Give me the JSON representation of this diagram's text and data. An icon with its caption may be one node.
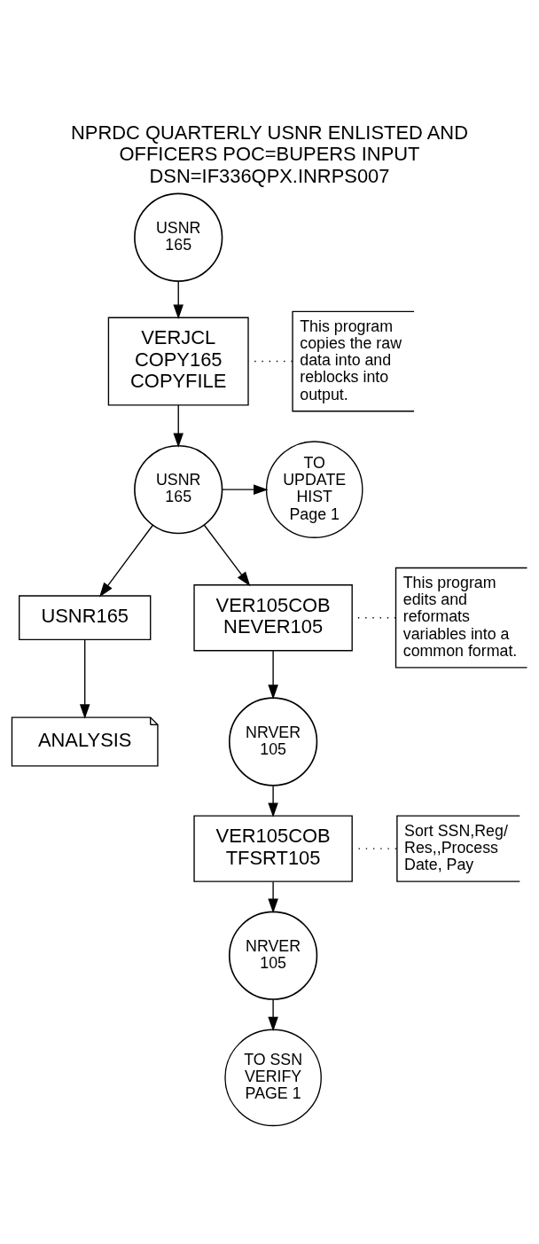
{
  "diagram": {
    "title": "NPRDC QUARTERLY USNR ENLISTED AND OFFICERS POC=BUPERS INPUT DSN=IF336QPX.INRPS007",
    "nodes": [
      {
        "text": [
          "USNR 165"
        ]
      },
      {
        "text": [
          "VERJCL",
          "COPY165",
          "COPYFILE"
        ]
      },
      {
        "text": [
          "This program copies the raw data into and reblocks into output."
        ]
      },
      {
        "text": [
          "USNR 165"
        ]
      },
      {
        "text": [
          "TO UPDATE HIST Page 1"
        ]
      },
      {
        "text": [
          "USNR165"
        ]
      },
      {
        "text": [
          "ANALYSIS"
        ]
      },
      {
        "text": [
          "VER105COB",
          "NEVER105"
        ]
      },
      {
        "text": [
          "This program edits and reformats variables into a common format."
        ]
      },
      {
        "text": [
          "NRVER 105"
        ]
      },
      {
        "text": [
          "VER105COB",
          "TFSRT105"
        ]
      },
      {
        "text": [
          "Sort SSN,Reg/ Res,,Process Date, Pay"
        ]
      },
      {
        "text": [
          "NRVER 105"
        ]
      },
      {
        "text": [
          "TO SSN VERIFY PAGE 1"
        ]
      }
    ],
    "edges": [
      {
        "from": 0,
        "to": 1,
        "arrow": "to"
      },
      {
        "from": 2,
        "to": 1,
        "arrow": "none",
        "style": "dashed"
      },
      {
        "from": 1,
        "to": 3,
        "arrow": "to"
      },
      {
        "from": 3,
        "to": 4,
        "arrow": "to"
      },
      {
        "from": 3,
        "to": 5,
        "arrow": "to"
      },
      {
        "from": 5,
        "to": 6,
        "arrow": "to"
      },
      {
        "from": 3,
        "to": 7,
        "arrow": "to"
      },
      {
        "from": 8,
        "to": 7,
        "arrow": "none",
        "style": "dashed"
      },
      {
        "from": 7,
        "to": 9,
        "arrow": "to"
      },
      {
        "from": 9,
        "to": 10,
        "arrow": "to"
      },
      {
        "from": 11,
        "to": 10,
        "arrow": "none",
        "style": "dashed"
      },
      {
        "from": 10,
        "to": 12,
        "arrow": "to"
      },
      {
        "from": 12,
        "to": 13,
        "arrow": "to"
      }
    ]
  }
}
